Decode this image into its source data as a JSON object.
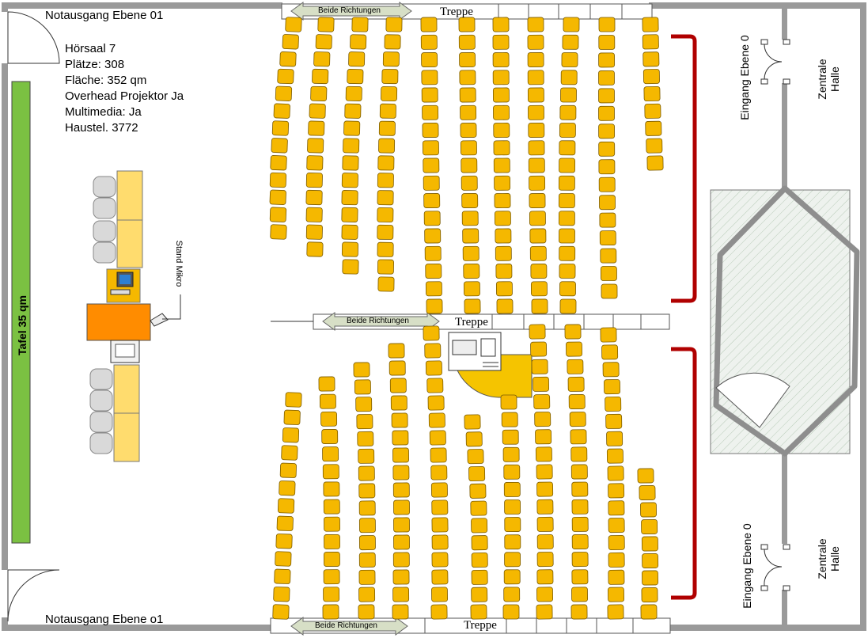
{
  "room": {
    "title": "Hörsaal 7",
    "seats": "Plätze: 308",
    "area": "Fläche: 352 qm",
    "projector": "Overhead Projektor Ja",
    "multimedia": "Multimedia: Ja",
    "phone": "Haustel. 3772"
  },
  "labels": {
    "exit_top": "Notausgang Ebene 01",
    "exit_bottom": "Notausgang Ebene o1",
    "board": "Tafel 35 qm",
    "stand_mic": "Stand Mikro",
    "stairs_top": "Treppe",
    "stairs_middle": "Treppe",
    "stairs_bottom": "Treppe",
    "both_directions_top": "Beide Richtungen",
    "both_directions_middle": "Beide Richtungen",
    "both_directions_bottom": "Beide Richtungen",
    "entrance_top": "Eingang Ebene 0",
    "entrance_bottom": "Eingang Ebene 0",
    "central_hall_top": "Zentrale Halle",
    "central_hall_bottom": "Zentrale Halle"
  },
  "colors": {
    "seat": "#f5b800",
    "seat_stroke": "#7a5a00",
    "board": "#7bc142",
    "lectern": "#ff8c00",
    "desk": "#ffdc6e",
    "chair": "#d9d9d9",
    "rail": "#b00000",
    "wall": "#909090",
    "hatch": "#dfe8df"
  }
}
